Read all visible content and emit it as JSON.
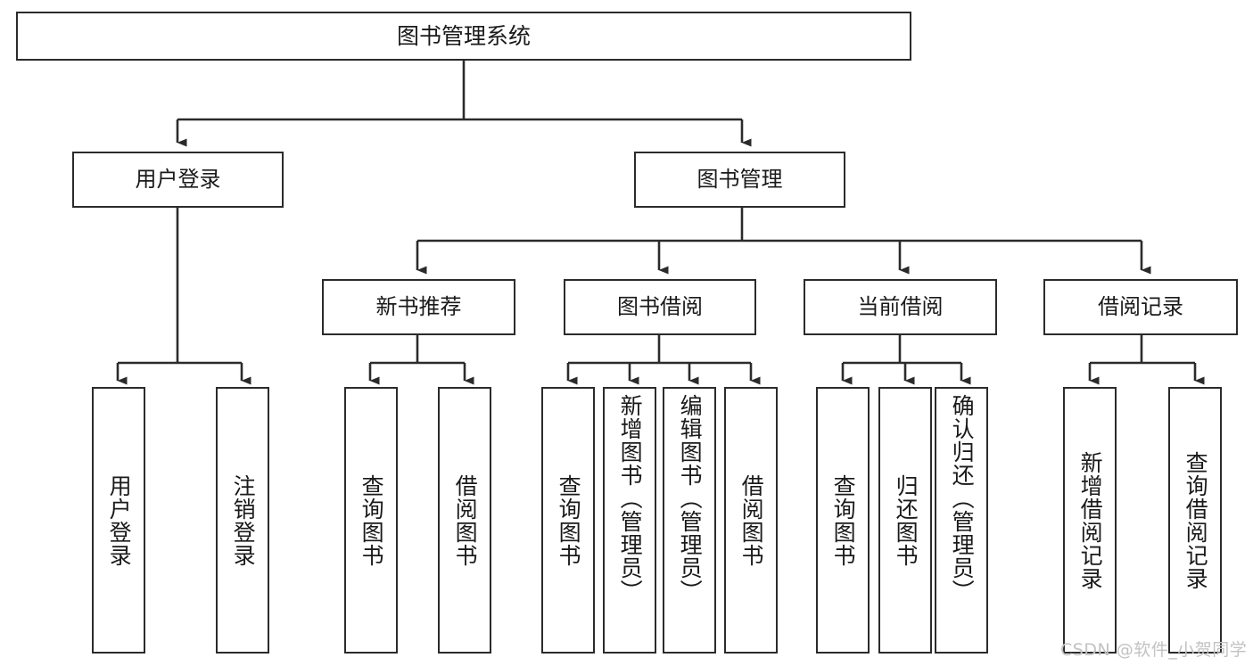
{
  "diagram": {
    "title": "图书管理系统",
    "type": "tree-hierarchy-chart",
    "colors": {
      "box_border": "#2b2b2b",
      "box_fill": "#ffffff",
      "edge": "#2b2b2b",
      "background": "#ffffff",
      "watermark": "#c2c2c2"
    },
    "watermark": "CSDN @软件_小贺同学",
    "levels": {
      "root": {
        "label": "图书管理系统"
      },
      "level2": [
        {
          "id": "user-login",
          "label": "用户登录"
        },
        {
          "id": "book-management",
          "label": "图书管理"
        }
      ],
      "level3": [
        {
          "id": "new-book-recommend",
          "label": "新书推荐",
          "parent": "book-management"
        },
        {
          "id": "book-borrow",
          "label": "图书借阅",
          "parent": "book-management"
        },
        {
          "id": "current-borrow",
          "label": "当前借阅",
          "parent": "book-management"
        },
        {
          "id": "borrow-record",
          "label": "借阅记录",
          "parent": "book-management"
        }
      ],
      "leaves": [
        {
          "id": "leaf-user-login",
          "label": "用户登录",
          "parent": "user-login"
        },
        {
          "id": "leaf-logout",
          "label": "注销登录",
          "parent": "user-login"
        },
        {
          "id": "leaf-query-book-1",
          "label": "查询图书",
          "parent": "new-book-recommend"
        },
        {
          "id": "leaf-borrow-book-1",
          "label": "借阅图书",
          "parent": "new-book-recommend"
        },
        {
          "id": "leaf-query-book-2",
          "label": "查询图书",
          "parent": "book-borrow"
        },
        {
          "id": "leaf-add-book",
          "label": "新增图书（管理员）",
          "parent": "book-borrow"
        },
        {
          "id": "leaf-edit-book",
          "label": "编辑图书（管理员）",
          "parent": "book-borrow"
        },
        {
          "id": "leaf-borrow-book-2",
          "label": "借阅图书",
          "parent": "book-borrow"
        },
        {
          "id": "leaf-query-book-3",
          "label": "查询图书",
          "parent": "current-borrow"
        },
        {
          "id": "leaf-return-book",
          "label": "归还图书",
          "parent": "current-borrow"
        },
        {
          "id": "leaf-confirm-return",
          "label": "确认归还（管理员）",
          "parent": "current-borrow"
        },
        {
          "id": "leaf-add-record",
          "label": "新增借阅记录",
          "parent": "borrow-record"
        },
        {
          "id": "leaf-query-record",
          "label": "查询借阅记录",
          "parent": "borrow-record"
        }
      ]
    }
  }
}
